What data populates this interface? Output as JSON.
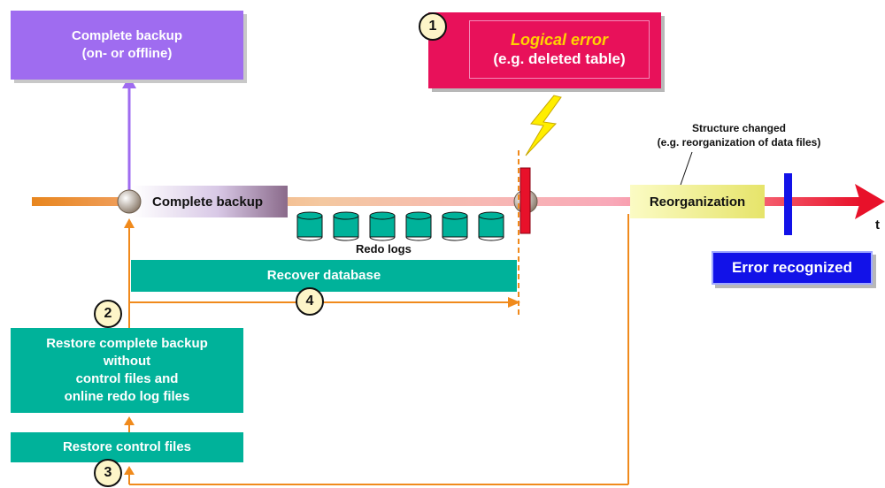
{
  "complete_backup_box": {
    "line1": "Complete backup",
    "line2": "(on- or offline)"
  },
  "logical_error": {
    "title": "Logical error",
    "subtitle": "(e.g. deleted table)"
  },
  "structure_changed": {
    "line1": "Structure changed",
    "line2": "(e.g. reorganization of data files)"
  },
  "timeline": {
    "backup_label": "Complete backup",
    "redo_logs_label": "Redo logs",
    "reorganization_label": "Reorganization",
    "time_axis_label": "t"
  },
  "error_recognized": "Error recognized",
  "recover_database": "Recover database",
  "restore_backup": {
    "line1": "Restore complete backup",
    "line2": "without",
    "line3": "control files and",
    "line4": "online redo log files"
  },
  "restore_control_files": "Restore control files",
  "steps": [
    "1",
    "2",
    "3",
    "4"
  ],
  "colors": {
    "orange": "#f08a1c",
    "purple": "#9f6cf0",
    "teal": "#00b29a",
    "magenta": "#e8115a",
    "blue": "#1212e8",
    "red": "#e8112a"
  },
  "icons": [
    "lightning-bolt-icon",
    "database-cylinder-icon",
    "arrow-head-icon"
  ]
}
